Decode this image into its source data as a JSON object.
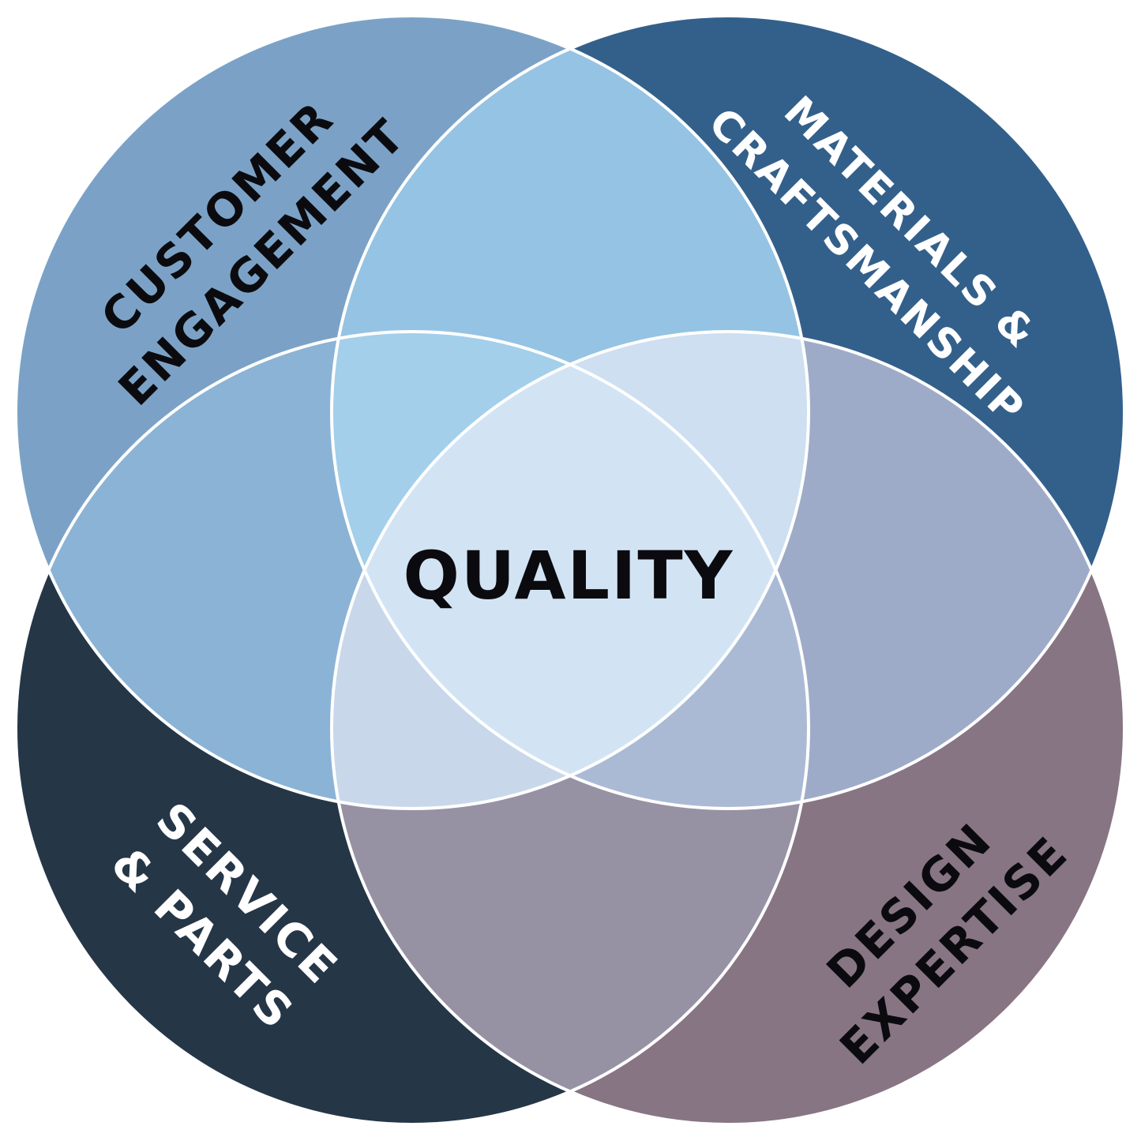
{
  "center_label": "QUALITY",
  "sets": [
    {
      "id": "customer",
      "lines": [
        "CUSTOMER",
        "ENGAGEMENT"
      ],
      "color": "#7ba2c6"
    },
    {
      "id": "materials",
      "lines": [
        "MATERIALS &",
        "CRAFTSMANSHIP"
      ],
      "color": "#33608b"
    },
    {
      "id": "design",
      "lines": [
        "DESIGN",
        "EXPERTISE"
      ],
      "color": "#877584"
    },
    {
      "id": "service",
      "lines": [
        "SERVICE",
        "& PARTS"
      ],
      "color": "#253647"
    }
  ],
  "overlap_colors": {
    "customer_materials": "#95c3e3",
    "customer_service": "#8bb3d5",
    "materials_design": "#9eabc8",
    "design_service": "#9692a4",
    "customer_materials_service": "#a3cfea",
    "customer_materials_design": "#cddff0",
    "customer_service_design": "#c8d8ea",
    "materials_service_design": "#abbad4",
    "all_four": "#d2e4f4",
    "outline": "#ffffff"
  }
}
